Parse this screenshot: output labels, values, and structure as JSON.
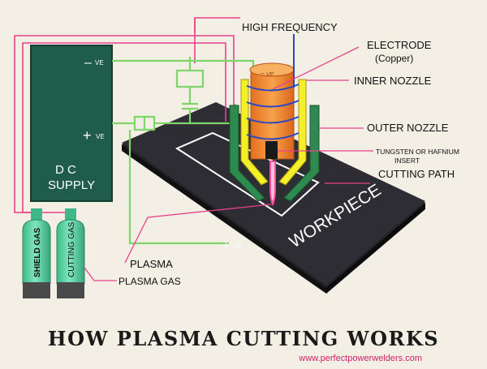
{
  "labels": {
    "high_frequency": "HIGH FREQUENCY",
    "electrode": "ELECTRODE",
    "electrode_material": "(Copper)",
    "inner_nozzle": "INNER NOZZLE",
    "outer_nozzle": "OUTER NOZZLE",
    "insert_line1": "TUNGSTEN OR HAFNIUM",
    "insert_line2": "INSERT",
    "cutting_path": "CUTTING PATH",
    "workpiece": "WORKPIECE",
    "dc_line1": "D C",
    "dc_line2": "SUPPLY",
    "neg_ve": "VE",
    "pos_ve": "VE",
    "pos_ve_work": "VE",
    "electrode_ve": "VE",
    "shield_gas": "SHIELD GAS",
    "cutting_gas": "CUTTING GAS",
    "plasma": "PLASMA",
    "plasma_gas": "PLASMA GAS",
    "minus_sign": "–",
    "plus_sign": "+",
    "title": "HOW PLASMA CUTTING WORKS",
    "website": "www.perfectpowerwelders.com"
  },
  "colors": {
    "background": "#f3efe4",
    "dc_supply": "#1f5c4b",
    "wire_green": "#7fd56a",
    "wire_pink": "#e8418c",
    "workpiece": "#2a2a2e",
    "electrode": "#f28c38",
    "inner_nozzle": "#f5ee2a",
    "outer_nozzle": "#2e8a4e",
    "coil": "#2448c8",
    "gas_cylinder": "#5fd6a5",
    "plasma": "#ff4f9a"
  }
}
